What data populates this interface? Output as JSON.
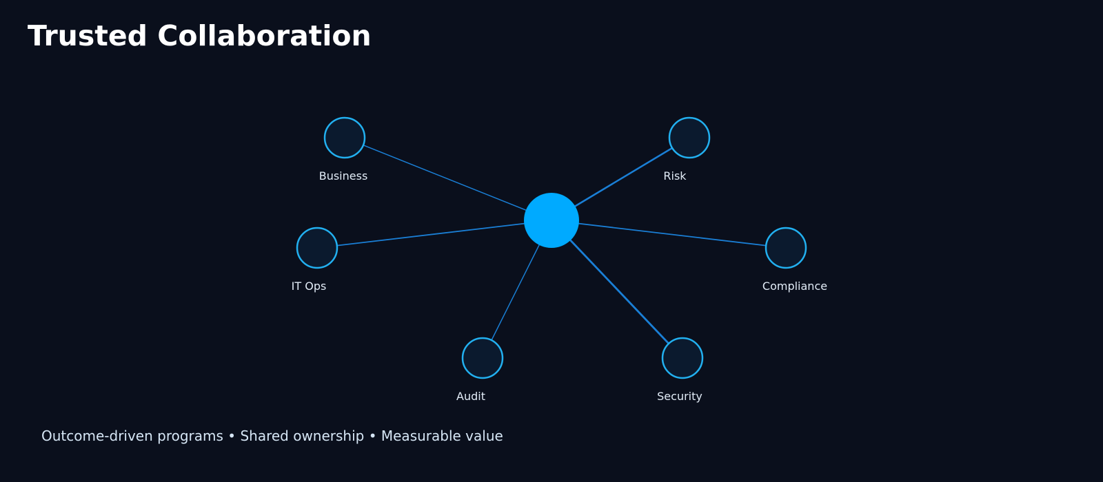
{
  "title": "Trusted Collaboration",
  "footer": "Outcome-driven programs • Shared ownership • Measurable value",
  "colors": {
    "background": "#0a0f1c",
    "hub": "#00aaff",
    "node_fill": "#0b1a2e",
    "node_stroke": "#22b0f0",
    "edge": "#1a7fd6"
  },
  "hub": {
    "label": ""
  },
  "nodes": [
    {
      "id": "business",
      "label": "Business"
    },
    {
      "id": "risk",
      "label": "Risk"
    },
    {
      "id": "it-ops",
      "label": "IT Ops"
    },
    {
      "id": "compliance",
      "label": "Compliance"
    },
    {
      "id": "audit",
      "label": "Audit"
    },
    {
      "id": "security",
      "label": "Security"
    }
  ]
}
